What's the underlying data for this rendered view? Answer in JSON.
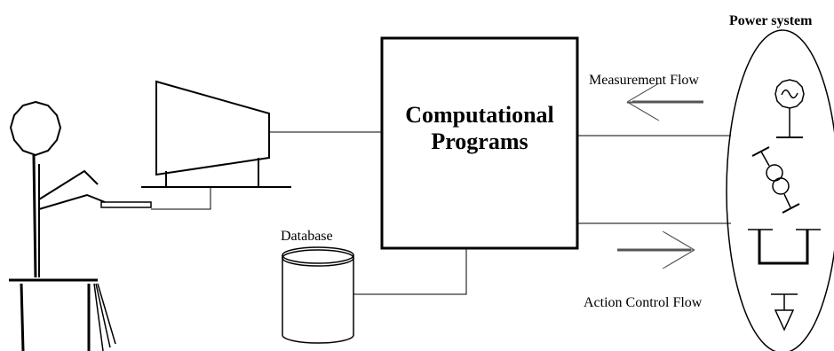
{
  "diagram": {
    "central_box": {
      "line1": "Computational",
      "line2": "Programs"
    },
    "power_system_label": "Power system",
    "measurement_flow_label": "Measurement Flow",
    "action_control_flow_label": "Action Control Flow",
    "database_label": "Database"
  },
  "colors": {
    "stroke": "#000000",
    "background": "#ffffff",
    "arrow": "#333333"
  }
}
